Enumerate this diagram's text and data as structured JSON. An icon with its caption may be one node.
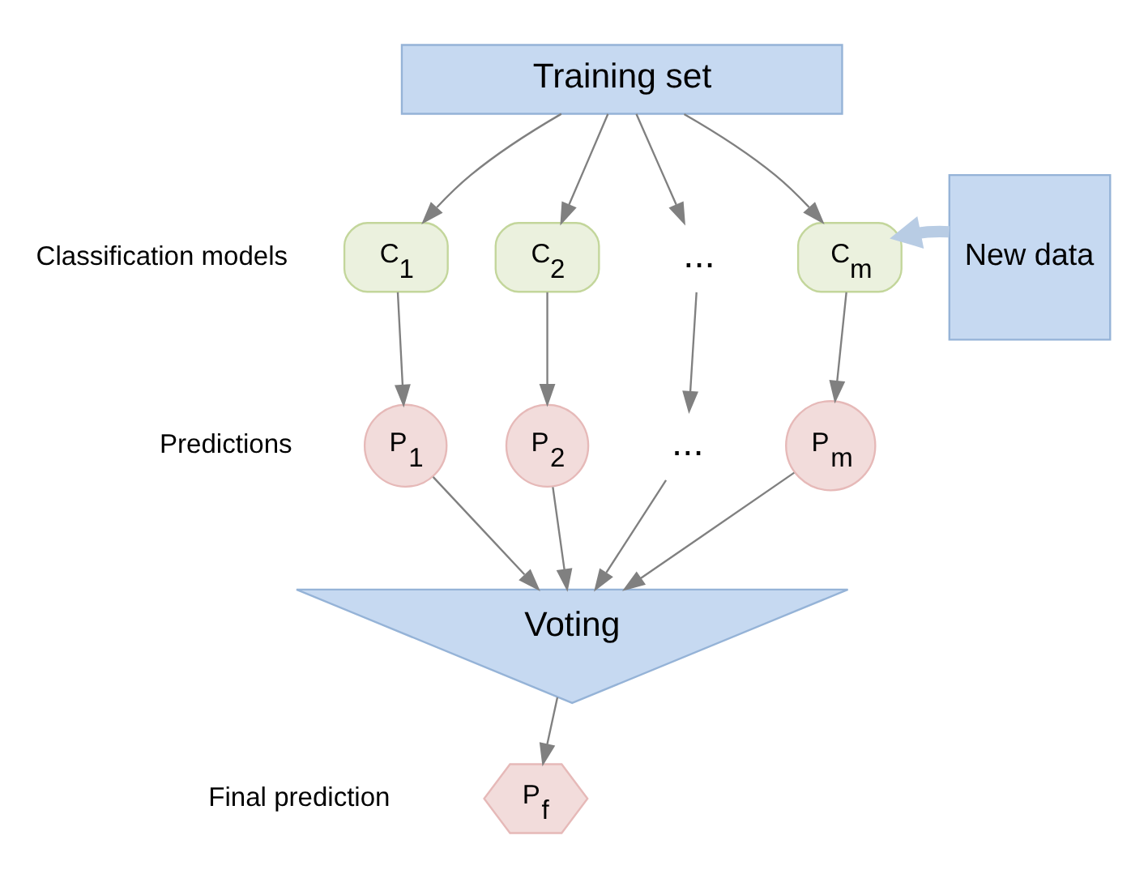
{
  "diagram": {
    "nodes": [
      {
        "text": [
          "Training set"
        ]
      },
      {
        "text": [
          "C$_{1}$"
        ]
      },
      {
        "text": [
          "C$_{2}$"
        ]
      },
      {
        "text": [
          "..."
        ]
      },
      {
        "text": [
          "C$_{m}$"
        ]
      },
      {
        "text": [
          "New data"
        ]
      },
      {
        "text": [
          "P$_{1}$"
        ]
      },
      {
        "text": [
          "P$_{2}$"
        ]
      },
      {
        "text": [
          "..."
        ]
      },
      {
        "text": [
          "P$_{m}$"
        ]
      },
      {
        "text": [
          "Voting"
        ]
      },
      {
        "text": [
          "P$_{f}$"
        ]
      }
    ],
    "edges": [
      {
        "from": 0,
        "to": 1,
        "arrow": "to"
      },
      {
        "from": 0,
        "to": 2,
        "arrow": "to"
      },
      {
        "from": 0,
        "to": 3,
        "arrow": "to"
      },
      {
        "from": 0,
        "to": 4,
        "arrow": "to"
      },
      {
        "from": 5,
        "to": 4,
        "arrow": "to",
        "style": "thick",
        "color": "#b8cce4"
      },
      {
        "from": 1,
        "to": 6,
        "arrow": "to"
      },
      {
        "from": 2,
        "to": 7,
        "arrow": "to"
      },
      {
        "from": 3,
        "to": 8,
        "arrow": "to"
      },
      {
        "from": 4,
        "to": 9,
        "arrow": "to"
      },
      {
        "from": 6,
        "to": 10,
        "arrow": "to"
      },
      {
        "from": 7,
        "to": 10,
        "arrow": "to"
      },
      {
        "from": 8,
        "to": 10,
        "arrow": "to"
      },
      {
        "from": 9,
        "to": 10,
        "arrow": "to"
      },
      {
        "from": 10,
        "to": 11,
        "arrow": "to"
      }
    ],
    "labels": [
      "Classification models",
      "Predictions",
      "Final prediction"
    ]
  }
}
